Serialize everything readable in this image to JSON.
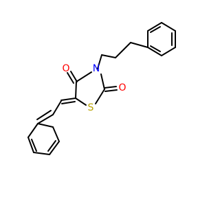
{
  "molecule": {
    "atoms": [
      {
        "id": "O1",
        "label": "O",
        "color": "#ff0000"
      },
      {
        "id": "N",
        "label": "N",
        "color": "#0000ff"
      },
      {
        "id": "O2",
        "label": "O",
        "color": "#ff0000"
      },
      {
        "id": "S",
        "label": "S",
        "color": "#b8a000"
      }
    ]
  }
}
